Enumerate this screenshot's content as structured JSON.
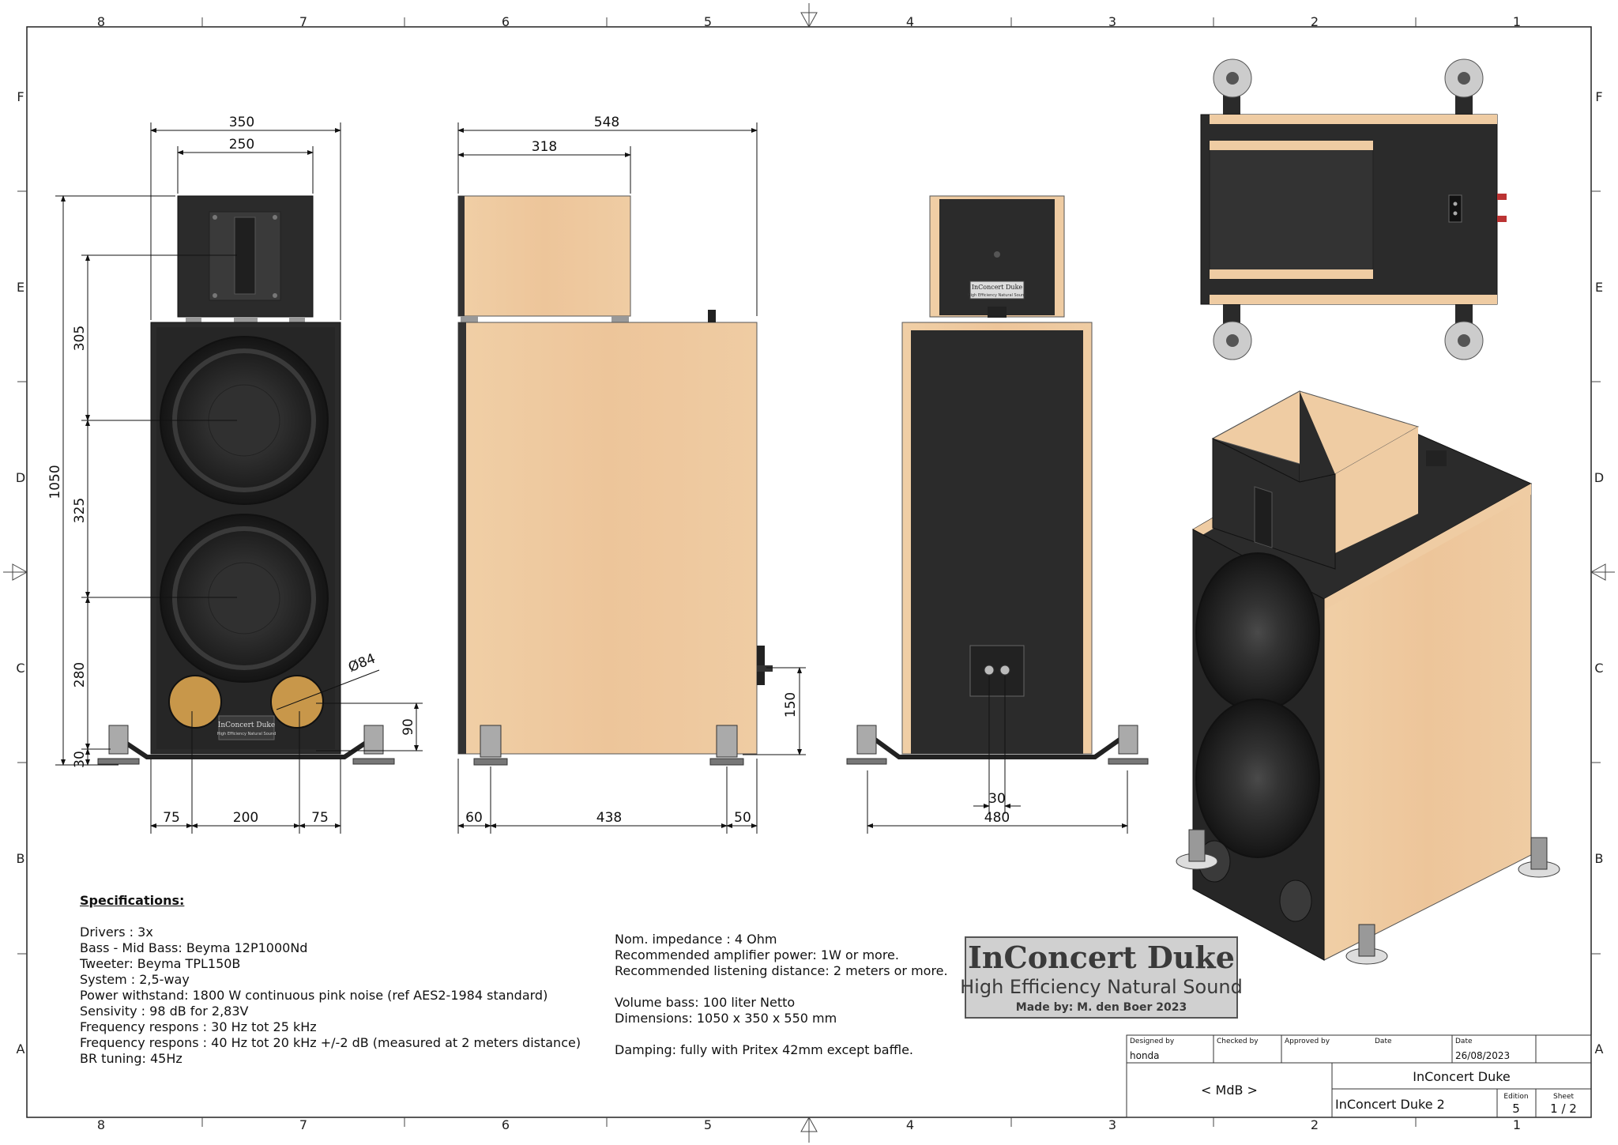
{
  "grid": {
    "columns": [
      "8",
      "7",
      "6",
      "5",
      "4",
      "3",
      "2",
      "1"
    ],
    "rows": [
      "F",
      "E",
      "D",
      "C",
      "B",
      "A"
    ]
  },
  "front_view": {
    "widths": {
      "overall": "350",
      "tweeter": "250",
      "port_left": "75",
      "port_span": "200",
      "port_right": "75"
    },
    "heights": {
      "overall": "1050",
      "top": "305",
      "mid": "325",
      "bottom": "280",
      "foot": "30",
      "port": "90"
    },
    "port_diameter": "Ø84",
    "badge": {
      "line1": "InConcert Duke",
      "line2": "High Efficiency Natural Sound"
    }
  },
  "side_view": {
    "depth": "548",
    "tweeter_depth": "318",
    "foot_front": "60",
    "foot_span": "438",
    "foot_back": "50",
    "terminal_height": "150"
  },
  "rear_view": {
    "width": "480",
    "terminal_spacing": "30"
  },
  "specifications": {
    "title": "Specifications:",
    "lines_left": [
      "Drivers : 3x",
      "Bass - Mid Bass: Beyma 12P1000Nd",
      "Tweeter: Beyma TPL150B",
      "System : 2,5-way",
      "Power withstand: 1800 W continuous pink noise (ref AES2-1984 standard)",
      "Sensivity : 98 dB for 2,83V",
      "Frequency respons : 30 Hz tot 25 kHz",
      "Frequency respons : 40 Hz tot 20 kHz +/-2 dB (measured at 2 meters distance)",
      "BR tuning: 45Hz"
    ],
    "lines_mid_a": [
      "Nom. impedance : 4 Ohm",
      "Recommended amplifier power: 1W or more.",
      "Recommended listening distance: 2 meters or more."
    ],
    "lines_mid_b": [
      "Volume bass: 100 liter Netto",
      "Dimensions: 1050 x 350 x 550 mm"
    ],
    "lines_mid_c": [
      "Damping: fully with Pritex 42mm except baffle."
    ]
  },
  "logo": {
    "title": "InConcert Duke",
    "tagline": "High Efficiency Natural Sound",
    "maker": "Made by: M. den Boer 2023"
  },
  "title_block": {
    "designed_by_label": "Designed by",
    "designed_by": "honda",
    "checked_by_label": "Checked by",
    "approved_by_label": "Approved by",
    "date_label": "Date",
    "date_label2": "Date",
    "date": "26/08/2023",
    "company": "< MdB >",
    "title": "InConcert Duke",
    "subtitle": "InConcert Duke 2",
    "edition_label": "Edition",
    "edition": "5",
    "sheet_label": "Sheet",
    "sheet": "1 / 2"
  },
  "colors": {
    "wood": "#edc9a0",
    "cabinet": "#2a2a2a",
    "line": "#111111"
  }
}
